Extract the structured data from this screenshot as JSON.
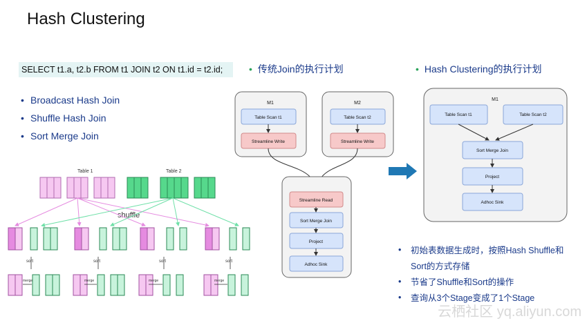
{
  "title": "Hash Clustering",
  "sql": "SELECT t1.a, t2.b FROM t1 JOIN t2 ON t1.id = t2.id;",
  "join_types": [
    "Broadcast Hash Join",
    "Shuffle Hash Join",
    "Sort Merge Join"
  ],
  "traditional_heading": "传统Join的执行计划",
  "hash_heading": "Hash Clustering的执行计划",
  "traditional_plan": {
    "m1": {
      "label": "M1",
      "scan": "Table Scan t1",
      "write": "Streamline Write"
    },
    "m2": {
      "label": "M2",
      "scan": "Table Scan t2",
      "write": "Streamline Write"
    },
    "reducer": [
      "Streamline Read",
      "Sort Merge Join",
      "Project",
      "Adhoc Sink"
    ]
  },
  "hash_plan": {
    "label": "M1",
    "scan1": "Table Scan t1",
    "scan2": "Table Scan t2",
    "steps": [
      "Sort Merge Join",
      "Project",
      "Adhoc Sink"
    ]
  },
  "shuffle_figure": {
    "table1": "Table 1",
    "table2": "Table 2",
    "shuffle": "shuffle",
    "sort": "sort",
    "merge": "merge"
  },
  "notes": [
    "初始表数据生成时，按照Hash Shuffle和",
    "Sort的方式存储",
    "节省了Shuffle和Sort的操作",
    "查询从3个Stage变成了1个Stage"
  ],
  "watermark": "云栖社区 yq.aliyun.com",
  "colors": {
    "accent_blue": "#1a3a8a",
    "green_bullet": "#2aa35a",
    "node_blue": "#d6e4fb",
    "node_red": "#f7c9c9",
    "arrow": "#1f78b4"
  }
}
